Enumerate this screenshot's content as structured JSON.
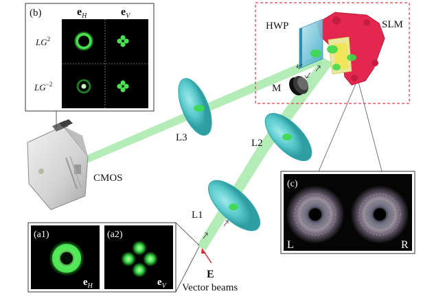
{
  "labels": {
    "hwp": "HWP",
    "slm": "SLM",
    "mirror": "M",
    "lens1": "L1",
    "lens2": "L2",
    "lens3": "L3",
    "cmos": "CMOS",
    "field": "E",
    "input_caption": "Vector beams"
  },
  "panel_b": {
    "tag": "(b)",
    "col_h": "e",
    "col_h_sub": "H",
    "col_v": "e",
    "col_v_sub": "V",
    "row1": "LG",
    "row1_sup": "2",
    "row2": "LG",
    "row2_sup": "−2"
  },
  "panel_a": {
    "tag1": "(a1)",
    "tag2": "(a2)",
    "lbl1": "e",
    "lbl1_sub": "H",
    "lbl2": "e",
    "lbl2_sub": "V"
  },
  "panel_c": {
    "tag": "(c)",
    "left": "L",
    "right": "R"
  },
  "colors": {
    "beam": "#9fe8a4",
    "lens": "#52c6c8",
    "slm": "#e8264e",
    "frame_dash": "#e2384a",
    "glow": "#39d84a"
  }
}
